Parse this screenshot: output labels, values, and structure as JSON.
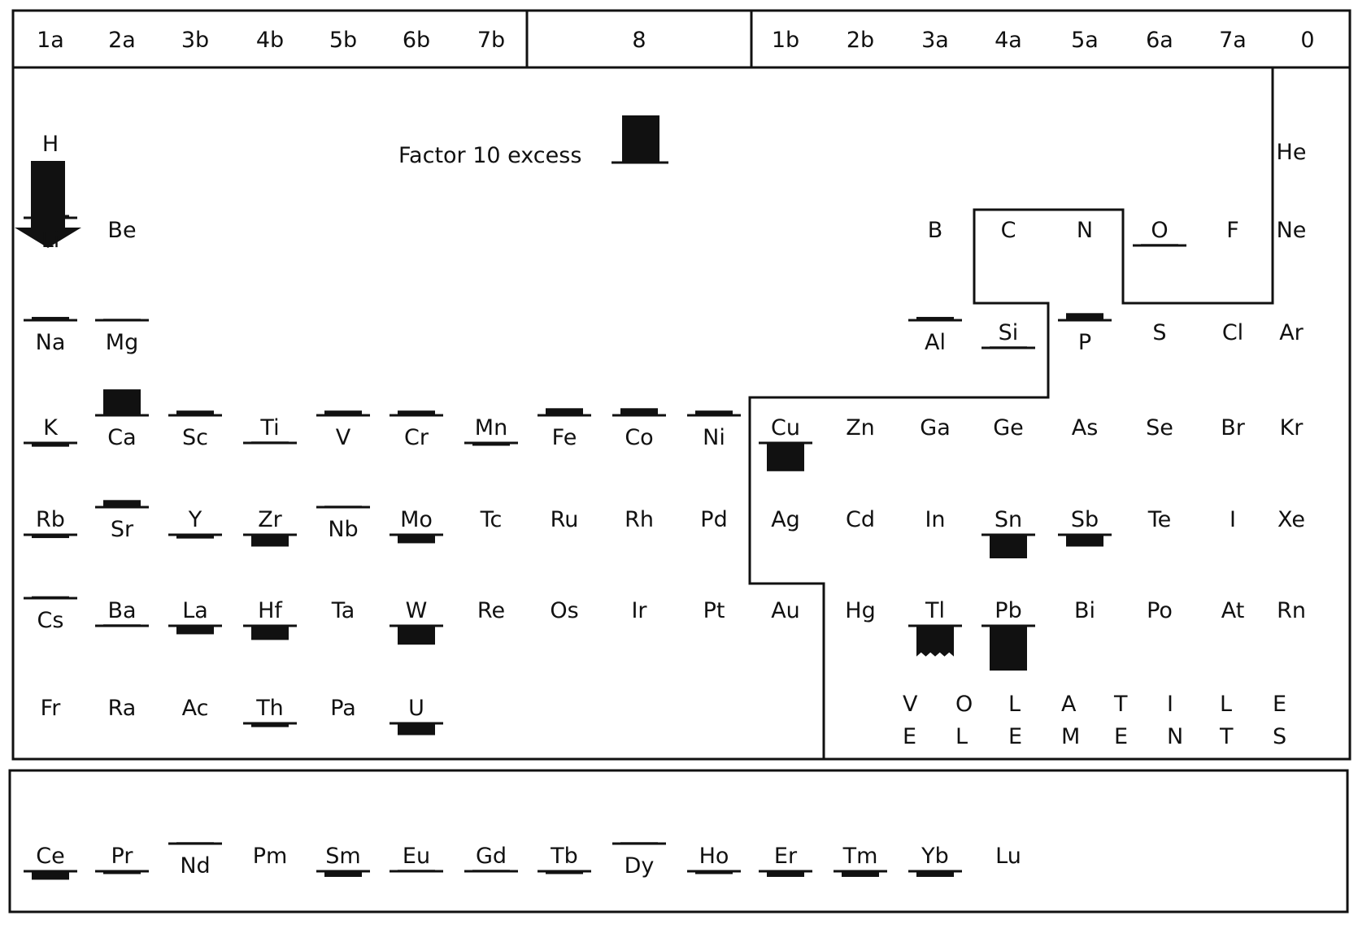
{
  "chart_data": {
    "type": "periodic-table-bar",
    "colors": {
      "ink": "#111111",
      "paper": "#ffffff"
    },
    "groups": [
      "1a",
      "2a",
      "3b",
      "4b",
      "5b",
      "6b",
      "7b",
      "8",
      "1b",
      "2b",
      "3a",
      "4a",
      "5a",
      "6a",
      "7a",
      "0"
    ],
    "legend": {
      "label": "Factor 10 excess",
      "value": 10
    },
    "volatile_label": "VOLATILE ELEMENTS",
    "elements": [
      {
        "symbol": "H",
        "col": 0,
        "row": 1,
        "below": false,
        "value": 80,
        "marker": "arrow"
      },
      {
        "symbol": "Li",
        "col": 0,
        "row": 2,
        "below": true,
        "value": 0.6
      },
      {
        "symbol": "Be",
        "col": 1,
        "row": 2,
        "below": false,
        "value": 0
      },
      {
        "symbol": "B",
        "col": 12,
        "row": 2,
        "below": false,
        "value": 0
      },
      {
        "symbol": "C",
        "col": 13,
        "row": 2,
        "below": false,
        "value": 0
      },
      {
        "symbol": "N",
        "col": 14,
        "row": 2,
        "below": false,
        "value": 0
      },
      {
        "symbol": "O",
        "col": 15,
        "row": 2,
        "below": false,
        "value": 0.3,
        "underline": true
      },
      {
        "symbol": "F",
        "col": 16,
        "row": 2,
        "below": false,
        "value": 0
      },
      {
        "symbol": "He",
        "col": 17,
        "row": 1,
        "below": false,
        "value": 0
      },
      {
        "symbol": "Ne",
        "col": 17,
        "row": 2,
        "below": false,
        "value": 0
      },
      {
        "symbol": "Na",
        "col": 0,
        "row": 3,
        "below": true,
        "value": 0.7
      },
      {
        "symbol": "Mg",
        "col": 1,
        "row": 3,
        "below": true,
        "value": 0.3
      },
      {
        "symbol": "Al",
        "col": 12,
        "row": 3,
        "below": true,
        "value": 0.7
      },
      {
        "symbol": "Si",
        "col": 13,
        "row": 3,
        "below": false,
        "value": 0.3,
        "underline": true
      },
      {
        "symbol": "P",
        "col": 14,
        "row": 3,
        "below": true,
        "value": 1.5
      },
      {
        "symbol": "S",
        "col": 15,
        "row": 3,
        "below": false,
        "value": 0
      },
      {
        "symbol": "Cl",
        "col": 16,
        "row": 3,
        "below": false,
        "value": 0
      },
      {
        "symbol": "Ar",
        "col": 17,
        "row": 3,
        "below": false,
        "value": 0
      },
      {
        "symbol": "K",
        "col": 0,
        "row": 4,
        "below": false,
        "value": 0.8,
        "hang": true
      },
      {
        "symbol": "Ca",
        "col": 1,
        "row": 4,
        "below": true,
        "value": 5.5
      },
      {
        "symbol": "Sc",
        "col": 2,
        "row": 4,
        "below": true,
        "value": 1.0
      },
      {
        "symbol": "Ti",
        "col": 3,
        "row": 4,
        "below": false,
        "value": 0.3,
        "underline": true
      },
      {
        "symbol": "V",
        "col": 4,
        "row": 4,
        "below": true,
        "value": 1.0
      },
      {
        "symbol": "Cr",
        "col": 5,
        "row": 4,
        "below": true,
        "value": 1.0
      },
      {
        "symbol": "Mn",
        "col": 6,
        "row": 4,
        "below": false,
        "value": 0.6,
        "hang": true
      },
      {
        "symbol": "Fe",
        "col": 7,
        "row": 4,
        "below": true,
        "value": 1.5
      },
      {
        "symbol": "Co",
        "col": 8,
        "row": 4,
        "below": true,
        "value": 1.5
      },
      {
        "symbol": "Ni",
        "col": 9,
        "row": 4,
        "below": true,
        "value": 1.0
      },
      {
        "symbol": "Cu",
        "col": 10,
        "row": 4,
        "below": false,
        "value": 6,
        "hang": true
      },
      {
        "symbol": "Zn",
        "col": 11,
        "row": 4,
        "below": false,
        "value": 0
      },
      {
        "symbol": "Ga",
        "col": 12,
        "row": 4,
        "below": false,
        "value": 0
      },
      {
        "symbol": "Ge",
        "col": 13,
        "row": 4,
        "below": false,
        "value": 0
      },
      {
        "symbol": "As",
        "col": 14,
        "row": 4,
        "below": false,
        "value": 0
      },
      {
        "symbol": "Se",
        "col": 15,
        "row": 4,
        "below": false,
        "value": 0
      },
      {
        "symbol": "Br",
        "col": 16,
        "row": 4,
        "below": false,
        "value": 0
      },
      {
        "symbol": "Kr",
        "col": 17,
        "row": 4,
        "below": false,
        "value": 0
      },
      {
        "symbol": "Rb",
        "col": 0,
        "row": 5,
        "below": false,
        "value": 0.7,
        "hang": true
      },
      {
        "symbol": "Sr",
        "col": 1,
        "row": 5,
        "below": true,
        "value": 1.5
      },
      {
        "symbol": "Y",
        "col": 2,
        "row": 5,
        "below": false,
        "value": 0.8,
        "hang": true
      },
      {
        "symbol": "Zr",
        "col": 3,
        "row": 5,
        "below": false,
        "value": 2.5,
        "hang": true
      },
      {
        "symbol": "Nb",
        "col": 4,
        "row": 5,
        "below": true,
        "value": 0.3
      },
      {
        "symbol": "Mo",
        "col": 5,
        "row": 5,
        "below": false,
        "value": 1.8,
        "hang": true
      },
      {
        "symbol": "Tc",
        "col": 6,
        "row": 5,
        "below": false,
        "value": 0
      },
      {
        "symbol": "Ru",
        "col": 7,
        "row": 5,
        "below": false,
        "value": 0
      },
      {
        "symbol": "Rh",
        "col": 8,
        "row": 5,
        "below": false,
        "value": 0
      },
      {
        "symbol": "Pd",
        "col": 9,
        "row": 5,
        "below": false,
        "value": 0
      },
      {
        "symbol": "Ag",
        "col": 10,
        "row": 5,
        "below": false,
        "value": 0
      },
      {
        "symbol": "Cd",
        "col": 11,
        "row": 5,
        "below": false,
        "value": 0
      },
      {
        "symbol": "In",
        "col": 12,
        "row": 5,
        "below": false,
        "value": 0
      },
      {
        "symbol": "Sn",
        "col": 13,
        "row": 5,
        "below": false,
        "value": 5,
        "hang": true
      },
      {
        "symbol": "Sb",
        "col": 14,
        "row": 5,
        "below": false,
        "value": 2.5,
        "hang": true
      },
      {
        "symbol": "Te",
        "col": 15,
        "row": 5,
        "below": false,
        "value": 0
      },
      {
        "symbol": "I",
        "col": 16,
        "row": 5,
        "below": false,
        "value": 0
      },
      {
        "symbol": "Xe",
        "col": 17,
        "row": 5,
        "below": false,
        "value": 0
      },
      {
        "symbol": "Cs",
        "col": 0,
        "row": 6,
        "below": true,
        "value": 0.4
      },
      {
        "symbol": "Ba",
        "col": 1,
        "row": 6,
        "below": false,
        "value": 0.3,
        "underline": true
      },
      {
        "symbol": "La",
        "col": 2,
        "row": 6,
        "below": false,
        "value": 1.8,
        "hang": true
      },
      {
        "symbol": "Hf",
        "col": 3,
        "row": 6,
        "below": false,
        "value": 3.0,
        "hang": true
      },
      {
        "symbol": "Ta",
        "col": 4,
        "row": 6,
        "below": false,
        "value": 0
      },
      {
        "symbol": "W",
        "col": 5,
        "row": 6,
        "below": false,
        "value": 4.0,
        "hang": true
      },
      {
        "symbol": "Re",
        "col": 6,
        "row": 6,
        "below": false,
        "value": 0
      },
      {
        "symbol": "Os",
        "col": 7,
        "row": 6,
        "below": false,
        "value": 0
      },
      {
        "symbol": "Ir",
        "col": 8,
        "row": 6,
        "below": false,
        "value": 0
      },
      {
        "symbol": "Pt",
        "col": 9,
        "row": 6,
        "below": false,
        "value": 0
      },
      {
        "symbol": "Au",
        "col": 10,
        "row": 6,
        "below": false,
        "value": 0
      },
      {
        "symbol": "Hg",
        "col": 11,
        "row": 6,
        "below": false,
        "value": 0
      },
      {
        "symbol": "Tl",
        "col": 12,
        "row": 6,
        "below": false,
        "value": 6.5,
        "hang": true,
        "jagged": true
      },
      {
        "symbol": "Pb",
        "col": 13,
        "row": 6,
        "below": false,
        "value": 9.5,
        "hang": true
      },
      {
        "symbol": "Bi",
        "col": 14,
        "row": 6,
        "below": false,
        "value": 0
      },
      {
        "symbol": "Po",
        "col": 15,
        "row": 6,
        "below": false,
        "value": 0
      },
      {
        "symbol": "At",
        "col": 16,
        "row": 6,
        "below": false,
        "value": 0
      },
      {
        "symbol": "Rn",
        "col": 17,
        "row": 6,
        "below": false,
        "value": 0
      },
      {
        "symbol": "Fr",
        "col": 0,
        "row": 7,
        "below": false,
        "value": 0
      },
      {
        "symbol": "Ra",
        "col": 1,
        "row": 7,
        "below": false,
        "value": 0
      },
      {
        "symbol": "Ac",
        "col": 2,
        "row": 7,
        "below": false,
        "value": 0
      },
      {
        "symbol": "Th",
        "col": 3,
        "row": 7,
        "below": false,
        "value": 0.8,
        "hang": true
      },
      {
        "symbol": "Pa",
        "col": 4,
        "row": 7,
        "below": false,
        "value": 0
      },
      {
        "symbol": "U",
        "col": 5,
        "row": 7,
        "below": false,
        "value": 2.5,
        "hang": true
      },
      {
        "symbol": "Ce",
        "col": 0,
        "row": 9,
        "below": false,
        "value": 1.8,
        "hang": true
      },
      {
        "symbol": "Pr",
        "col": 1,
        "row": 9,
        "below": false,
        "value": 0.6,
        "hang": true
      },
      {
        "symbol": "Nd",
        "col": 2,
        "row": 9,
        "below": true,
        "value": 0.3
      },
      {
        "symbol": "Pm",
        "col": 3,
        "row": 9,
        "below": false,
        "value": 0
      },
      {
        "symbol": "Sm",
        "col": 4,
        "row": 9,
        "below": false,
        "value": 1.2,
        "hang": true
      },
      {
        "symbol": "Eu",
        "col": 5,
        "row": 9,
        "below": false,
        "value": 0.3,
        "underline": true
      },
      {
        "symbol": "Gd",
        "col": 6,
        "row": 9,
        "below": false,
        "value": 0.3,
        "underline": true
      },
      {
        "symbol": "Tb",
        "col": 7,
        "row": 9,
        "below": false,
        "value": 0.6,
        "hang": true
      },
      {
        "symbol": "Dy",
        "col": 8,
        "row": 9,
        "below": true,
        "value": 0.3
      },
      {
        "symbol": "Ho",
        "col": 9,
        "row": 9,
        "below": false,
        "value": 0.6,
        "hang": true
      },
      {
        "symbol": "Er",
        "col": 10,
        "row": 9,
        "below": false,
        "value": 1.2,
        "hang": true
      },
      {
        "symbol": "Tm",
        "col": 11,
        "row": 9,
        "below": false,
        "value": 1.2,
        "hang": true
      },
      {
        "symbol": "Yb",
        "col": 12,
        "row": 9,
        "below": false,
        "value": 1.2,
        "hang": true
      },
      {
        "symbol": "Lu",
        "col": 13,
        "row": 9,
        "below": false,
        "value": 0
      }
    ]
  }
}
